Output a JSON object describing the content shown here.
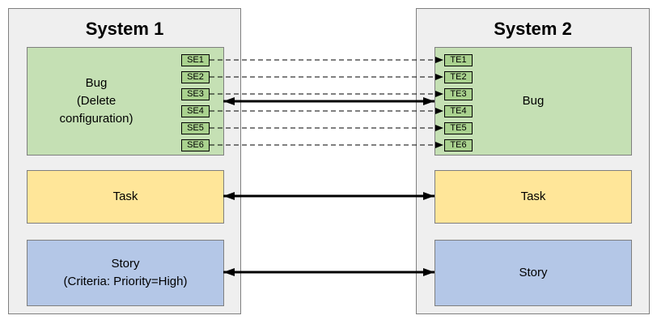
{
  "left": {
    "title": "System 1",
    "bug": {
      "lines": [
        "Bug",
        "(Delete",
        "configuration)"
      ]
    },
    "fields": [
      "SE1",
      "SE2",
      "SE3",
      "SE4",
      "SE5",
      "SE6"
    ],
    "task": {
      "label": "Task"
    },
    "story": {
      "lines": [
        "Story",
        "(Criteria: Priority=High)"
      ]
    }
  },
  "right": {
    "title": "System 2",
    "bug": {
      "label": "Bug"
    },
    "fields": [
      "TE1",
      "TE2",
      "TE3",
      "TE4",
      "TE5",
      "TE6"
    ],
    "task": {
      "label": "Task"
    },
    "story": {
      "label": "Story"
    }
  },
  "colors": {
    "system_bg": "#efefef",
    "bug": "#c5e0b4",
    "task": "#ffe699",
    "story": "#b4c7e7",
    "field": "#a9d18e"
  }
}
